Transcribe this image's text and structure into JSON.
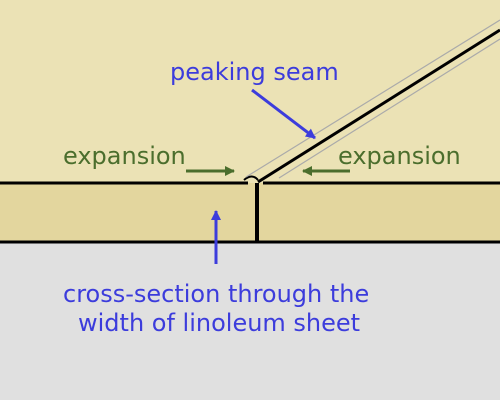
{
  "labels": {
    "peaking_seam": "peaking seam",
    "expansion_left": "expansion",
    "expansion_right": "expansion",
    "cross_section_line1": "cross-section through the",
    "cross_section_line2": "width of linoleum sheet"
  },
  "colors": {
    "background_upper": "#ebe2b5",
    "linoleum_fill": "#e3d69e",
    "floor_lower": "#e0e0e0",
    "outline": "#000000",
    "blue_text": "#3c3cdc",
    "green_text": "#4b6e2d",
    "ghost_line": "#aaaaaa"
  }
}
